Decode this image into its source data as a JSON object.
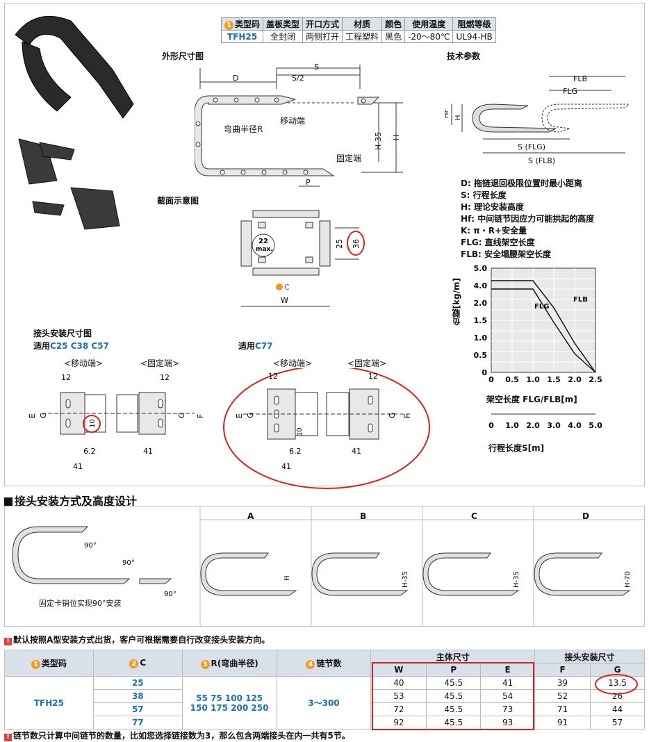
{
  "spec_table": {
    "headers": [
      "类型码",
      "盖板类型",
      "开口方式",
      "材质",
      "颜色",
      "使用温度",
      "阻燃等级"
    ],
    "row": [
      "TFH25",
      "全封闭",
      "两侧打开",
      "工程塑料",
      "黑色",
      "-20～80℃",
      "UL94-HB"
    ]
  },
  "labels": {
    "outline": "外形尺寸图",
    "tech": "技术参数",
    "section": "截面示意图",
    "joint": "接头安装尺寸图",
    "apply1_prefix": "适用",
    "apply1_codes": "C25  C38  C57",
    "apply2_prefix": "适用",
    "apply2_codes": "C77",
    "move_end": "<移动端>",
    "fixed_end": "<固定端>",
    "bend_radius": "弯曲半径R",
    "move": "移动端",
    "fixed": "固定端"
  },
  "params": [
    "D: 拖链退回极限位置时最小距离",
    "S: 行程长度",
    "H: 理论安装高度",
    "Hf: 中间链节因应力可能拱起的高度",
    "K: π・R+安全量",
    "FLG: 直线架空长度",
    "FLB: 安全塌腰架空长度"
  ],
  "chart_data": {
    "type": "line",
    "ylabel": "负载[kg/m]",
    "xlabel": "架空长度 FLG/FLB[m]",
    "xlabel2": "行程长度S[m]",
    "yticks": [
      "5.0",
      "4.0",
      "2.0",
      "1.5",
      "1.0",
      "0.5",
      "0"
    ],
    "xticks": [
      "0",
      "0.5",
      "1.0",
      "1.5",
      "2.0",
      "2.5"
    ],
    "xticks2": [
      "0",
      "1.0",
      "2.0",
      "3.0",
      "4.0",
      "5.0"
    ],
    "xlim": [
      0,
      2.5
    ],
    "ylim": [
      0,
      5.0
    ],
    "series": [
      {
        "name": "FLG",
        "x": [
          0,
          0.5,
          1.0,
          1.5,
          2.0,
          2.5
        ],
        "y": [
          4.0,
          4.0,
          4.0,
          2.4,
          0.9,
          0
        ]
      },
      {
        "name": "FLB",
        "x": [
          0,
          0.5,
          1.0,
          1.5,
          2.0,
          2.5
        ],
        "y": [
          4.4,
          4.4,
          4.4,
          3.1,
          1.4,
          0
        ]
      }
    ]
  },
  "section_title": "接头安装方式及高度设计",
  "mount_headers": [
    "A",
    "B",
    "C",
    "D"
  ],
  "mount_note": "固定卡销位实现90°安装",
  "note1": "默认按照A型安装方式出货，客户可根据需要自行改变接头安装方向。",
  "note2": "链节数只计算中间链节的数量，比如您选择链接数为3，那么包含两端接头在内一共有5节。",
  "data_table": {
    "h_type": "类型码",
    "h_c": "C",
    "h_r": "R(弯曲半径)",
    "h_links": "链节数",
    "h_body": "主体尺寸",
    "h_joint": "接头安装尺寸",
    "sub": [
      "W",
      "P",
      "E",
      "F",
      "G"
    ],
    "type": "TFH25",
    "r_values": "55  75  100  125\n150  175  200  250",
    "links": "3～300",
    "rows": [
      {
        "c": "25",
        "W": "40",
        "P": "45.5",
        "E": "41",
        "F": "39",
        "G": "13.5"
      },
      {
        "c": "38",
        "W": "53",
        "P": "45.5",
        "E": "54",
        "F": "52",
        "G": "26"
      },
      {
        "c": "57",
        "W": "72",
        "P": "45.5",
        "E": "73",
        "F": "71",
        "G": "44"
      },
      {
        "c": "77",
        "W": "92",
        "P": "45.5",
        "E": "93",
        "F": "91",
        "G": "57"
      }
    ]
  }
}
